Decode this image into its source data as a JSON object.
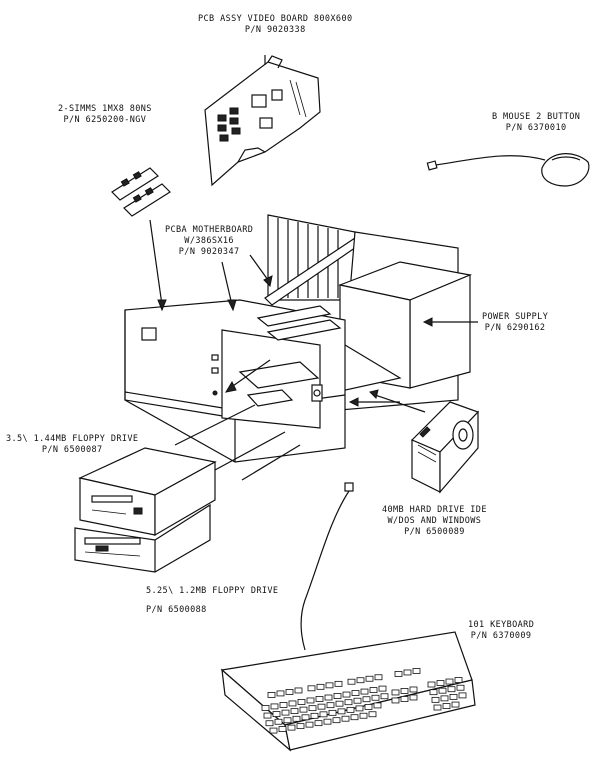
{
  "labels": {
    "video_board": {
      "name": "PCB ASSY VIDEO BOARD 800X600",
      "pn": "P/N 9020338"
    },
    "simms": {
      "name": "2-SIMMS 1MX8 80NS",
      "pn": "P/N 6250200-NGV"
    },
    "mouse": {
      "name": "B MOUSE 2 BUTTON",
      "pn": "P/N 6370010"
    },
    "motherboard": {
      "name": "PCBA MOTHERBOARD",
      "sub": "W/386SX16",
      "pn": "P/N 9020347"
    },
    "power_supply": {
      "name": "POWER SUPPLY",
      "pn": "P/N 6290162"
    },
    "floppy35": {
      "name": "3.5\\ 1.44MB FLOPPY DRIVE",
      "pn": "P/N 6500087"
    },
    "harddrive": {
      "name": "40MB HARD DRIVE IDE",
      "sub": "W/DOS AND WINDOWS",
      "pn": "P/N 6500089"
    },
    "floppy525": {
      "name": "5.25\\ 1.2MB FLOPPY DRIVE",
      "pn": "P/N 6500088"
    },
    "keyboard": {
      "name": "101 KEYBOARD",
      "pn": "P/N 6370009"
    }
  },
  "colors": {
    "ink": "#111111",
    "paper": "#ffffff"
  }
}
